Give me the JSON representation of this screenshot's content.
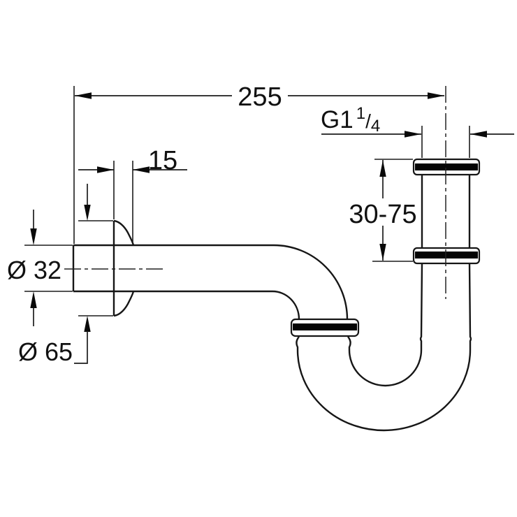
{
  "drawing": {
    "kind": "siphon-p-trap-dimensional-drawing",
    "colors": {
      "line": "#161616",
      "nut_stripe": "#050505",
      "background": "#ffffff"
    },
    "dimensions": {
      "overall_length": "255",
      "flange_depth": "15",
      "adjustment_range": "30-75",
      "outlet_diameter": "Ø 32",
      "rosette_diameter": "Ø 65",
      "thread_base": "G1",
      "thread_sup": "1",
      "thread_slash": "/",
      "thread_sub": "4"
    }
  }
}
